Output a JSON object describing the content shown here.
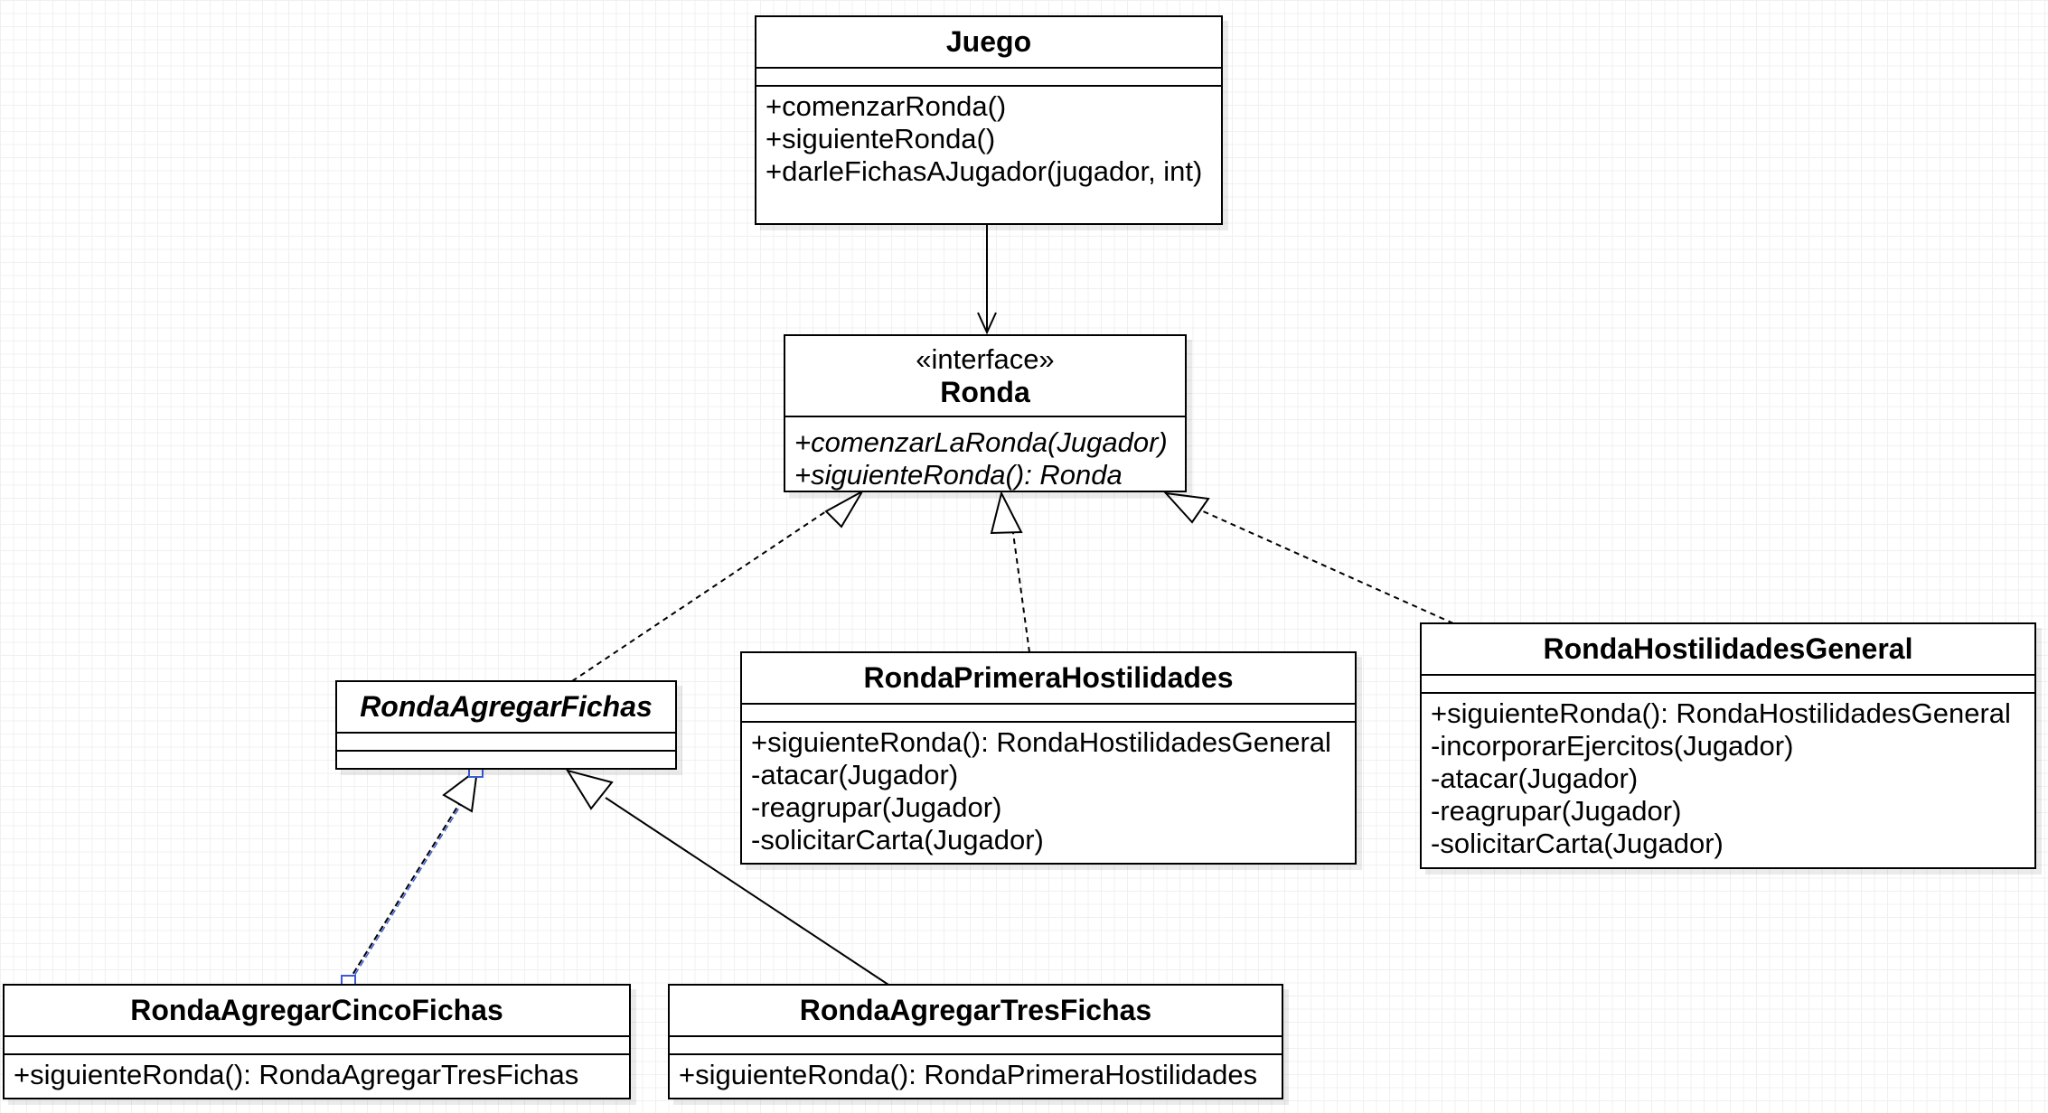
{
  "classes": {
    "juego": {
      "name": "Juego",
      "operations": [
        "+comenzarRonda()",
        "+siguienteRonda()",
        "+darleFichasAJugador(jugador, int)"
      ]
    },
    "ronda": {
      "stereotype": "«interface»",
      "name": "Ronda",
      "operations": [
        "+comenzarLaRonda(Jugador)",
        "+siguienteRonda(): Ronda"
      ]
    },
    "ronda_agregar_fichas": {
      "name": "RondaAgregarFichas"
    },
    "ronda_primera_hostilidades": {
      "name": "RondaPrimeraHostilidades",
      "operations": [
        "+siguienteRonda(): RondaHostilidadesGeneral",
        "-atacar(Jugador)",
        "-reagrupar(Jugador)",
        "-solicitarCarta(Jugador)"
      ]
    },
    "ronda_hostilidades_general": {
      "name": "RondaHostilidadesGeneral",
      "operations": [
        "+siguienteRonda(): RondaHostilidadesGeneral",
        "-incorporarEjercitos(Jugador)",
        "-atacar(Jugador)",
        "-reagrupar(Jugador)",
        "-solicitarCarta(Jugador)"
      ]
    },
    "ronda_agregar_cinco_fichas": {
      "name": "RondaAgregarCincoFichas",
      "operations": [
        "+siguienteRonda(): RondaAgregarTresFichas"
      ]
    },
    "ronda_agregar_tres_fichas": {
      "name": "RondaAgregarTresFichas",
      "operations": [
        "+siguienteRonda(): RondaPrimeraHostilidades"
      ]
    }
  },
  "colors": {
    "line": "#000000",
    "selection": "#3a5bd9",
    "grid": "#f0f0f0"
  }
}
